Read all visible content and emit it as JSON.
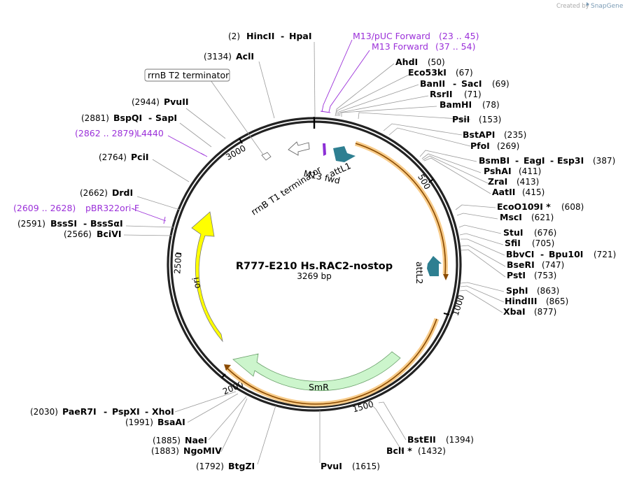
{
  "credit": {
    "prefix": "Created by",
    "brand": "SnapGene"
  },
  "plasmid": {
    "name": "R777-E210 Hs.RAC2-nostop",
    "length": "3269 bp"
  },
  "ticks": [
    "500",
    "1000",
    "1500",
    "2000",
    "2500",
    "3000"
  ],
  "features": {
    "ori": "ori",
    "smr": "SmR",
    "attl2": "attL2",
    "attl1": "attL1",
    "m13fwd": "M13 fwd",
    "rrnb_t1": "rrnB T1 terminator",
    "rrnb_t2": "rrnB T2 terminator"
  },
  "primers": [
    {
      "name": "M13/pUC Forward",
      "range": "(23 .. 45)"
    },
    {
      "name": "M13 Forward",
      "range": "(37 .. 54)"
    },
    {
      "name": "L4440",
      "range": "(2862 .. 2879)"
    },
    {
      "name": "pBR322ori-F",
      "range": "(2609 .. 2628)"
    }
  ],
  "sites": [
    {
      "name": "HincII",
      "name2": "HpaI",
      "pos": "(2)"
    },
    {
      "name": "AclI",
      "pos": "(3134)"
    },
    {
      "name": "PvuII",
      "pos": "(2944)"
    },
    {
      "name": "BspQI",
      "name2": "SapI",
      "pos": "(2881)"
    },
    {
      "name": "PciI",
      "pos": "(2764)"
    },
    {
      "name": "DrdI",
      "pos": "(2662)"
    },
    {
      "name": "BssSI",
      "name2": "BssSαI",
      "pos": "(2591)"
    },
    {
      "name": "BciVI",
      "pos": "(2566)"
    },
    {
      "name": "AhdI",
      "pos": "(50)"
    },
    {
      "name": "Eco53kI",
      "pos": "(67)"
    },
    {
      "name": "BanII",
      "name2": "SacI",
      "pos": "(69)"
    },
    {
      "name": "RsrII",
      "pos": "(71)"
    },
    {
      "name": "BamHI",
      "pos": "(78)"
    },
    {
      "name": "PsiI",
      "pos": "(153)"
    },
    {
      "name": "BstAPI",
      "pos": "(235)"
    },
    {
      "name": "PfoI",
      "pos": "(269)"
    },
    {
      "name": "BsmBI",
      "name2": "EagI",
      "name3": "Esp3I",
      "pos": "(387)"
    },
    {
      "name": "PshAI",
      "pos": "(411)"
    },
    {
      "name": "ZraI",
      "pos": "(413)"
    },
    {
      "name": "AatII",
      "pos": "(415)"
    },
    {
      "name": "EcoO109I *",
      "pos": "(608)"
    },
    {
      "name": "MscI",
      "pos": "(621)"
    },
    {
      "name": "StuI",
      "pos": "(676)"
    },
    {
      "name": "SfiI",
      "pos": "(705)"
    },
    {
      "name": "BbvCI",
      "name2": "Bpu10I",
      "pos": "(721)"
    },
    {
      "name": "BseRI",
      "pos": "(747)"
    },
    {
      "name": "PstI",
      "pos": "(753)"
    },
    {
      "name": "SphI",
      "pos": "(863)"
    },
    {
      "name": "HindIII",
      "pos": "(865)"
    },
    {
      "name": "XbaI",
      "pos": "(877)"
    },
    {
      "name": "BstEII",
      "pos": "(1394)"
    },
    {
      "name": "BclI *",
      "pos": "(1432)"
    },
    {
      "name": "PvuI",
      "pos": "(1615)"
    },
    {
      "name": "BtgZI",
      "pos": "(1792)"
    },
    {
      "name": "NaeI",
      "pos": "(1885)"
    },
    {
      "name": "NgoMIV",
      "pos": "(1883)"
    },
    {
      "name": "BsaAI",
      "pos": "(1991)"
    },
    {
      "name": "PaeR7I",
      "name2": "PspXI",
      "name3": "XhoI",
      "pos": "(2030)"
    }
  ]
}
